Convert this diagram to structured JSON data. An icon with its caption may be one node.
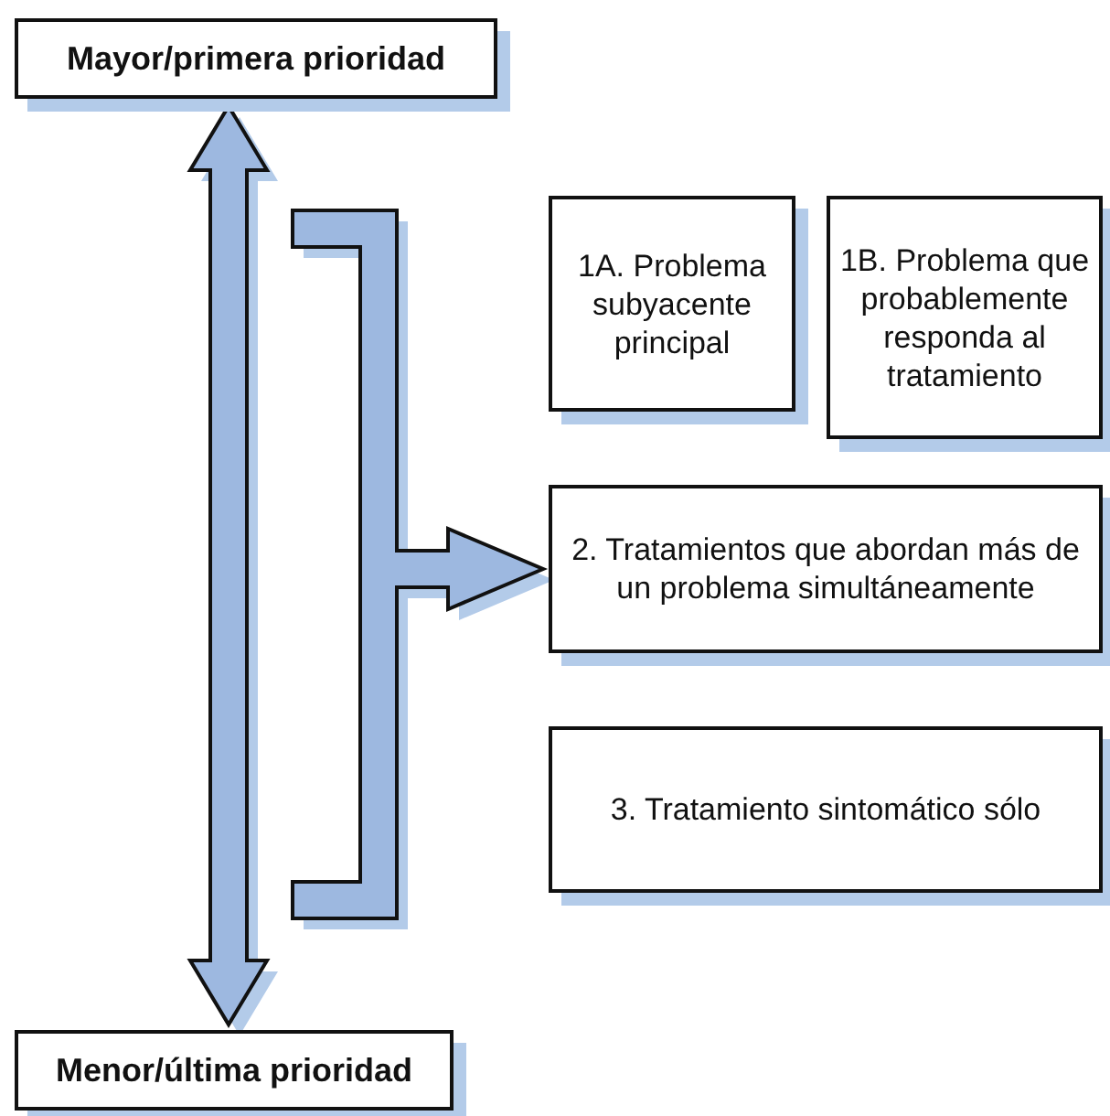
{
  "diagram": {
    "nodes": [
      {
        "text": [
          "Mayor/primera prioridad"
        ]
      },
      {
        "text": [
          "Menor/última prioridad"
        ]
      },
      {
        "text": [
          "1A. Problema subyacente principal"
        ]
      },
      {
        "text": [
          "1B. Problema que probablemente responda al tratamiento"
        ]
      },
      {
        "text": [
          "2. Tratamientos que abordan más de un problema simultáneamente"
        ]
      },
      {
        "text": [
          "3. Tratamiento sintomático sólo"
        ]
      }
    ],
    "edges": [
      {
        "from": 0,
        "to": 1,
        "arrow": "both"
      },
      {
        "from": null,
        "to": 4,
        "arrow": "to"
      }
    ]
  }
}
